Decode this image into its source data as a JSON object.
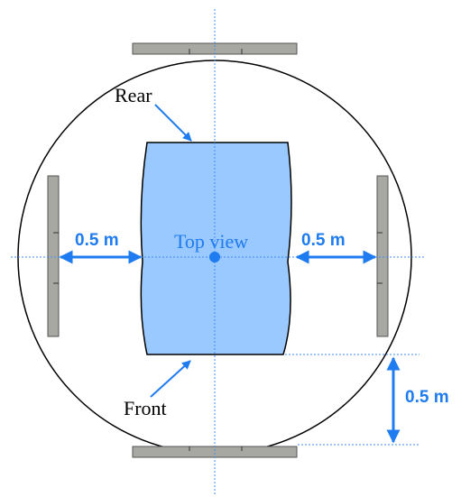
{
  "labels": {
    "rear": "Rear",
    "front": "Front",
    "top_view": "Top view",
    "distance_left": "0.5 m",
    "distance_right": "0.5 m",
    "distance_front": "0.5 m"
  },
  "colors": {
    "vehicle_fill": "#99C9FF",
    "accent_blue": "#1E7BF0",
    "panel_gray": "#A7A8A1",
    "guide_line": "#3F8CF0",
    "outline": "#000000"
  }
}
